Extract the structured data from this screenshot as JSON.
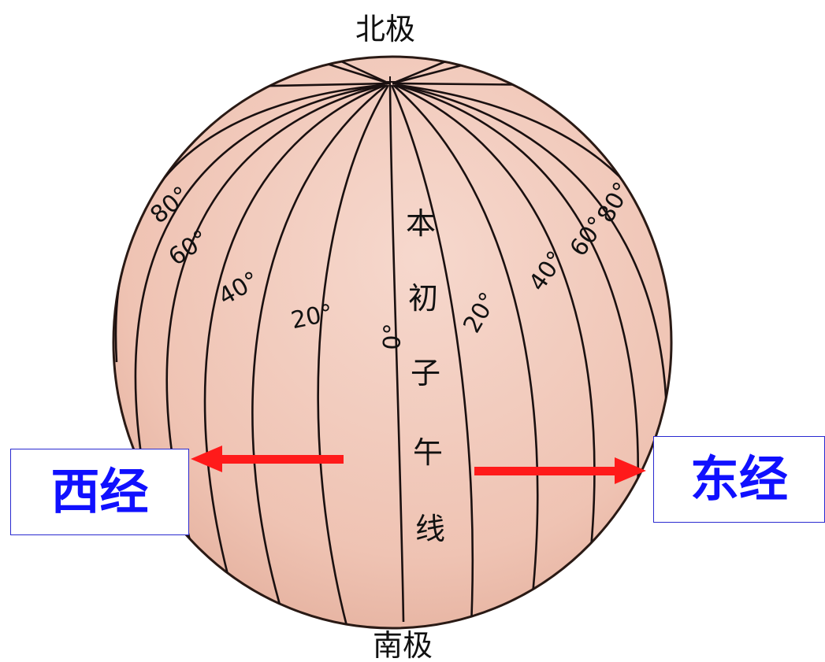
{
  "poles": {
    "north": "北极",
    "south": "南极"
  },
  "prime_meridian": {
    "label_chars": [
      "本",
      "初",
      "子",
      "午",
      "线"
    ]
  },
  "longitude_labels": {
    "west": [
      "80°",
      "60°",
      "40°",
      "20°"
    ],
    "center": "0°",
    "east": [
      "20°",
      "40°",
      "60°",
      "80°"
    ]
  },
  "boxes": {
    "west": "西经",
    "east": "东经"
  },
  "colors": {
    "globe_fill": "#f2c9bb",
    "arrow": "#ff1a1a",
    "box_text": "#1010ff",
    "box_border": "#2a2ad0"
  }
}
